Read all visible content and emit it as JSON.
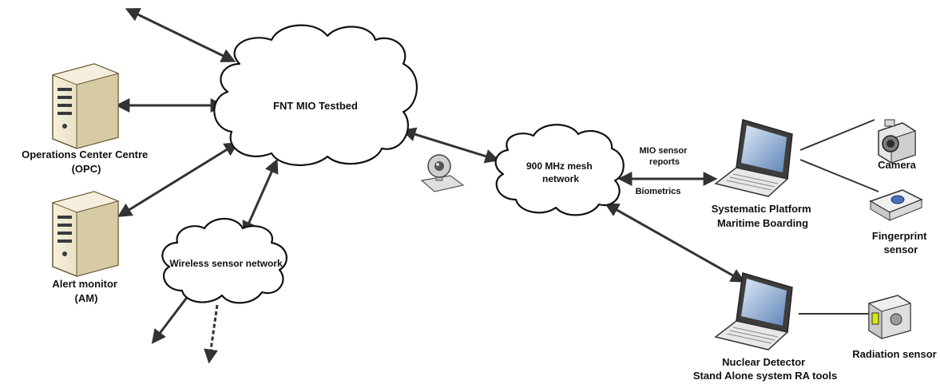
{
  "clouds": {
    "testbed": "FNT MIO Testbed",
    "mesh": "900 MHz mesh network",
    "sensor": "Wireless sensor network"
  },
  "servers": {
    "ops_center": [
      "Operations Center Centre",
      "(OPC)"
    ],
    "alert_monitor": [
      "Alert monitor",
      "(AM)"
    ]
  },
  "laptops": {
    "boarding": [
      "Systematic Platform",
      "Maritime Boarding"
    ],
    "radiation": [
      "Nuclear Detector",
      "Stand Alone system  RA tools"
    ]
  },
  "devices": {
    "camera": "Camera",
    "fingerprint": [
      "Fingerprint",
      "sensor"
    ],
    "radiation": "Radiation sensor"
  },
  "link_labels": {
    "a": [
      "MIO sensor",
      "reports"
    ],
    "b": "Biometrics"
  },
  "colors": {
    "line": "#333333",
    "device_fill": "#e9e0c4",
    "screen": "#5f85b8",
    "sensor_accent": "#d8e800"
  }
}
